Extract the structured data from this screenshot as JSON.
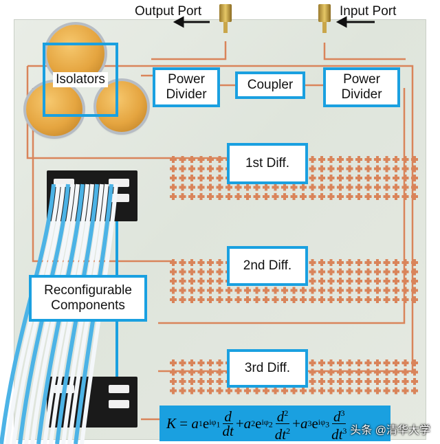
{
  "ports": {
    "output_label": "Output Port",
    "input_label": "Input Port"
  },
  "callouts": {
    "isolators": "Isolators",
    "power_divider_left": [
      "Power",
      "Divider"
    ],
    "coupler": "Coupler",
    "power_divider_right": [
      "Power",
      "Divider"
    ],
    "first_diff": "1st Diff.",
    "second_diff": "2nd Diff.",
    "third_diff": "3rd Diff.",
    "reconfigurable": [
      "Reconfigurable",
      "Components"
    ]
  },
  "formula": {
    "k": "K",
    "eq": "=",
    "a": "a",
    "e": "e",
    "i": "i",
    "phi": "φ",
    "d": "d",
    "dt": "dt",
    "sub1": "1",
    "sub2": "2",
    "sub3": "3",
    "pow2": "2",
    "pow3": "3",
    "plus": "+"
  },
  "watermark": "头条 @清华大学",
  "colors": {
    "accent": "#1aa0e0",
    "trace": "#d9845a",
    "board": "#e5e9e1"
  }
}
